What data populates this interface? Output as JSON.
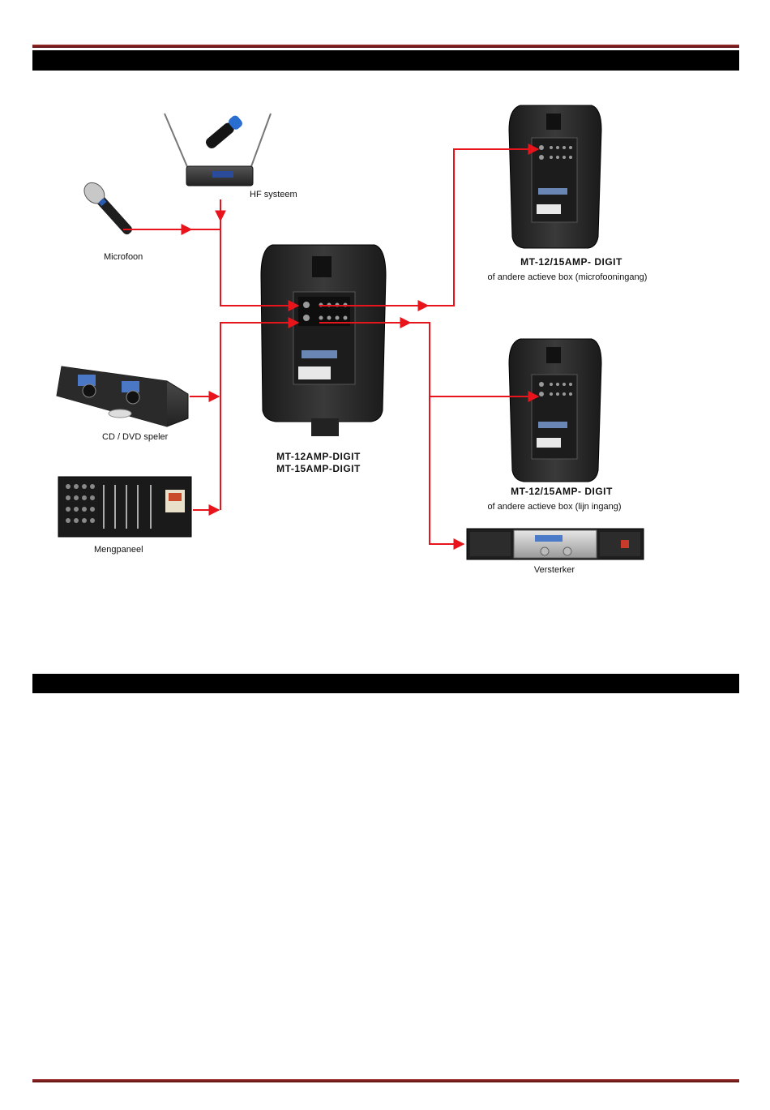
{
  "labels": {
    "hf_system": "HF systeem",
    "microphone": "Microfoon",
    "cd_player": "CD / DVD speler",
    "mixer": "Mengpaneel",
    "main_model_1": "MT-12AMP-DIGIT",
    "main_model_2": "MT-15AMP-DIGIT",
    "speaker_top_model": "MT-12/15AMP- DIGIT",
    "speaker_top_note": "of andere actieve box (microfooningang)",
    "speaker_mid_model": "MT-12/15AMP- DIGIT",
    "speaker_mid_note": "of andere actieve box (lijn ingang)",
    "amplifier": "Versterker"
  },
  "colors": {
    "cable": "#e8141c",
    "header_bar": "#000000",
    "rule": "#7a1c1c"
  }
}
